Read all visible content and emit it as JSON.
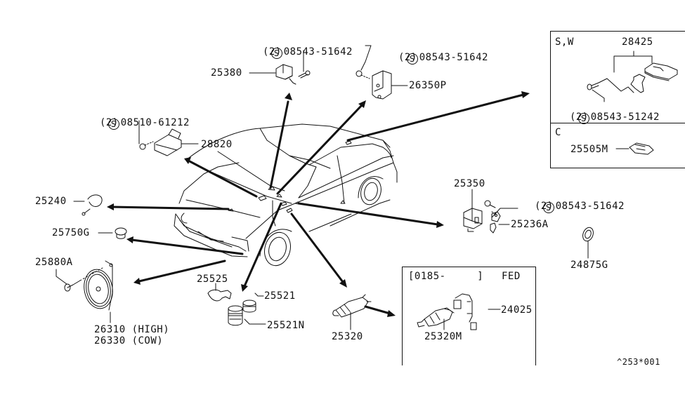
{
  "diagram": {
    "title": "Horn & Sensor / Switch Parts Diagram",
    "catalog_code": "^253*001",
    "service_symbol": "S",
    "parts": [
      {
        "id": "p-25380",
        "number": "25380"
      },
      {
        "id": "p-bolt-25380",
        "number": "08543-51642",
        "qty": "(2)"
      },
      {
        "id": "p-26350P",
        "number": "26350P"
      },
      {
        "id": "p-bolt-26350P",
        "number": "08543-51642",
        "qty": "(2)"
      },
      {
        "id": "p-28820",
        "number": "28820"
      },
      {
        "id": "p-bolt-28820",
        "number": "08510-61212",
        "qty": "(2)"
      },
      {
        "id": "p-25240",
        "number": "25240"
      },
      {
        "id": "p-25750G",
        "number": "25750G"
      },
      {
        "id": "p-25880A",
        "number": "25880A"
      },
      {
        "id": "p-horn",
        "number_high": "26310 (HIGH)",
        "number_low": "26330 (COW)"
      },
      {
        "id": "p-25525",
        "number": "25525"
      },
      {
        "id": "p-25521",
        "number": "25521"
      },
      {
        "id": "p-25521N",
        "number": "25521N"
      },
      {
        "id": "p-25320",
        "number": "25320"
      },
      {
        "id": "p-25350",
        "number": "25350"
      },
      {
        "id": "p-bolt-25350",
        "number": "08543-51642",
        "qty": "(2)"
      },
      {
        "id": "p-25236A",
        "number": "25236A"
      },
      {
        "id": "p-24875G",
        "number": "24875G"
      }
    ],
    "inset_sw": {
      "variant": "S,W",
      "part": "28425",
      "bolt": "08543-51242",
      "qty": "(2)"
    },
    "inset_c": {
      "variant": "C",
      "part": "25505M"
    },
    "inset_fed": {
      "range": "[0185-     ]",
      "variant": "FED",
      "part_a": "24025",
      "part_b": "25320M"
    }
  }
}
